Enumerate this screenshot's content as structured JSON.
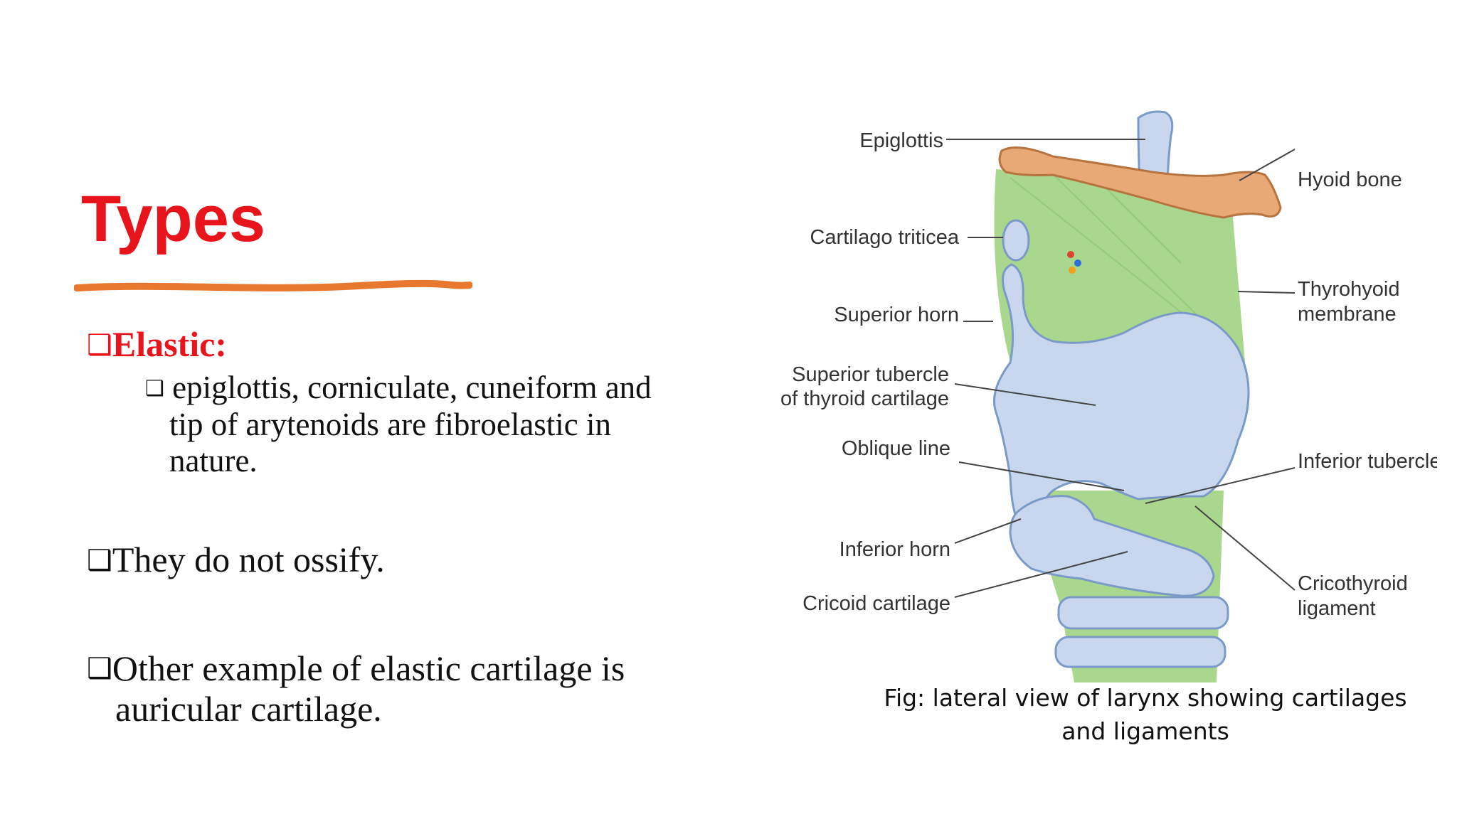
{
  "slide": {
    "title": "Types",
    "accent_color": "#e8141b",
    "underline_color": "#e9782f"
  },
  "bullets": {
    "marker": "❑",
    "elastic_heading": "Elastic:",
    "elastic_sub_first": "epiglottis, corniculate, cuneiform and",
    "elastic_sub_rest": "tip of arytenoids are fibroelastic in nature.",
    "point2": "They do not ossify.",
    "point3_first": "Other example of elastic cartilage is",
    "point3_rest": "auricular cartilage."
  },
  "figure": {
    "labels": {
      "epiglottis": "Epiglottis",
      "cartilago_triticea": "Cartilago triticea",
      "superior_horn": "Superior horn",
      "superior_tubercle_1": "Superior tubercle",
      "superior_tubercle_2": "of thyroid cartilage",
      "oblique_line": "Oblique line",
      "inferior_horn": "Inferior horn",
      "cricoid_cartilage": "Cricoid cartilage",
      "hyoid_bone": "Hyoid bone",
      "thyrohyoid_1": "Thyrohyoid",
      "thyrohyoid_2": "membrane",
      "inferior_tubercle": "Inferior tubercle",
      "cricothyroid_1": "Cricothyroid",
      "cricothyroid_2": "ligament"
    },
    "caption": "Fig: lateral view of larynx showing cartilages and ligaments"
  }
}
